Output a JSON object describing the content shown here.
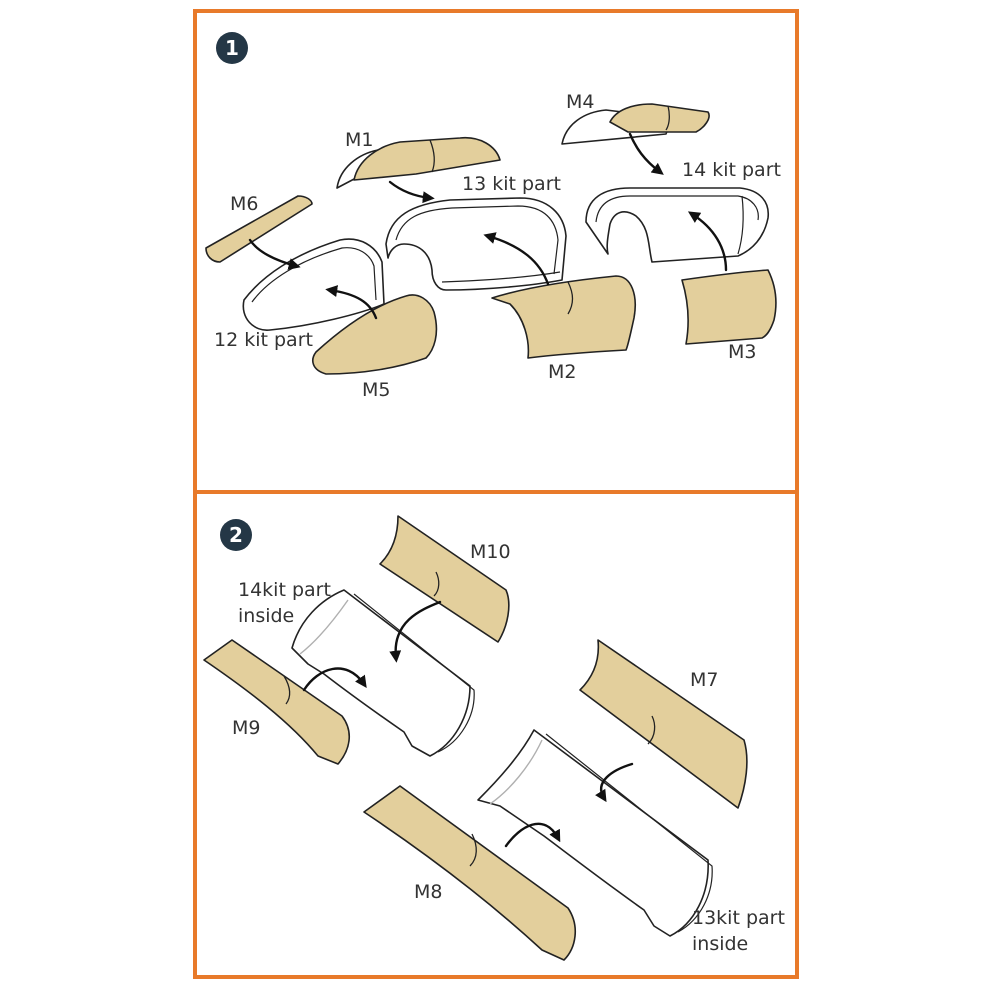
{
  "colors": {
    "frame": "#e87a2a",
    "mask_fill": "#e3cf9c",
    "step_badge": "#243746",
    "outline": "#222222"
  },
  "panels": [
    {
      "step": "1",
      "labels": {
        "m1": "M1",
        "m2": "M2",
        "m3": "M3",
        "m4": "M4",
        "m5": "M5",
        "m6": "M6",
        "part12": "12 kit part",
        "part13": "13 kit part",
        "part14": "14 kit part"
      }
    },
    {
      "step": "2",
      "labels": {
        "m7": "M7",
        "m8": "M8",
        "m9": "M9",
        "m10": "M10",
        "part14_line1": "14kit part",
        "part14_line2": "inside",
        "part13_line1": "13kit part",
        "part13_line2": "inside"
      }
    }
  ]
}
